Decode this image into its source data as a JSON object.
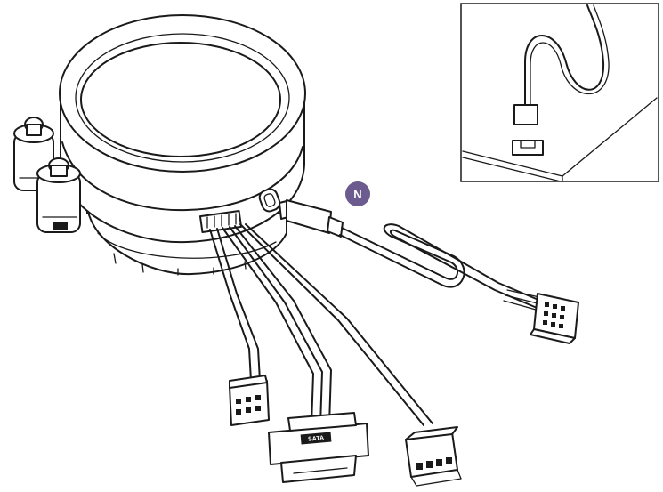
{
  "figure": {
    "callout_letter": "N",
    "callout_color": "#6b5b8e",
    "line_color": "#1a1a1a",
    "connector_label": "SATA"
  },
  "parts": [
    {
      "name": "pump-head",
      "icon": "round-pump-block"
    },
    {
      "name": "tube-fittings",
      "icon": "barbed-fitting"
    },
    {
      "name": "usb-c-cable",
      "icon": "usb-c-plug"
    },
    {
      "name": "usb-header-connector",
      "icon": "9-pin-header"
    },
    {
      "name": "fan-3pin-connector",
      "icon": "3-pin-plug"
    },
    {
      "name": "sata-power-connector",
      "icon": "sata-plug"
    },
    {
      "name": "argb-4pin-connector",
      "icon": "4-pin-plug"
    },
    {
      "name": "inset-detail",
      "icon": "header-socket-close-up"
    }
  ]
}
